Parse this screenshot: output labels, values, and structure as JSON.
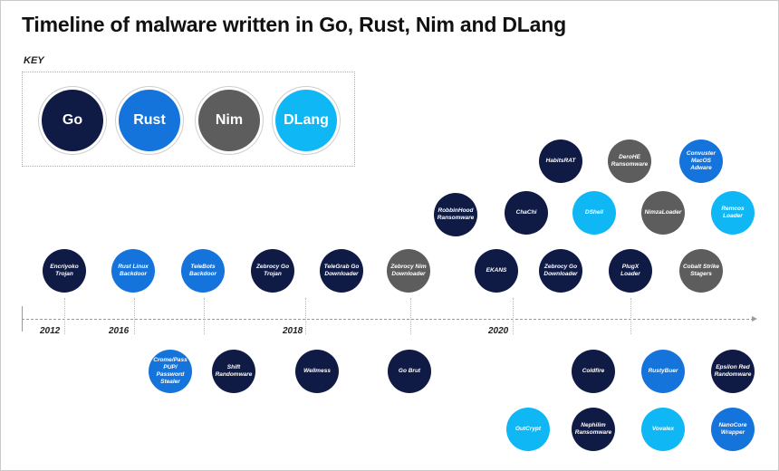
{
  "title": "Timeline of malware written in Go, Rust, Nim and DLang",
  "key": {
    "label": "KEY",
    "items": [
      {
        "name": "Go",
        "color": "#0f1a45"
      },
      {
        "name": "Rust",
        "color": "#1573dc"
      },
      {
        "name": "Nim",
        "color": "#5d5d5d"
      },
      {
        "name": "DLang",
        "color": "#10b7f5"
      }
    ]
  },
  "axis": {
    "years": [
      "2012",
      "2016",
      "2018",
      "2020"
    ]
  },
  "nodes": [
    {
      "label": "Encriyoko\nTrojan",
      "lang": "Go"
    },
    {
      "label": "Rust Linux\nBackdoor",
      "lang": "Rust"
    },
    {
      "label": "TeleBots\nBackdoor",
      "lang": "Rust"
    },
    {
      "label": "Zebrocy Go\nTrojan",
      "lang": "Go"
    },
    {
      "label": "TeleGrab Go\nDownloader",
      "lang": "Go"
    },
    {
      "label": "Zebrocy Nim\nDownloader",
      "lang": "Nim"
    },
    {
      "label": "RobbinHood\nRansomware",
      "lang": "Go"
    },
    {
      "label": "EKANS",
      "lang": "Go"
    },
    {
      "label": "ChaChi",
      "lang": "Go"
    },
    {
      "label": "Zebrocy Go\nDownloader",
      "lang": "Go"
    },
    {
      "label": "HabitsRAT",
      "lang": "Go"
    },
    {
      "label": "DShell",
      "lang": "DLang"
    },
    {
      "label": "DeroHE\nRansomware",
      "lang": "Nim"
    },
    {
      "label": "NimzaLoader",
      "lang": "Nim"
    },
    {
      "label": "PlugX\nLoader",
      "lang": "Go"
    },
    {
      "label": "Convuster\nMacOS\nAdware",
      "lang": "Rust"
    },
    {
      "label": "Remcos\nLoader",
      "lang": "DLang"
    },
    {
      "label": "Cobalt Strike\nStagers",
      "lang": "Nim"
    },
    {
      "label": "Crome/Pass\nPUP/\nPassword\nStealer",
      "lang": "Rust"
    },
    {
      "label": "Shift\nRandomware",
      "lang": "Go"
    },
    {
      "label": "Wellmess",
      "lang": "Go"
    },
    {
      "label": "Go Brut",
      "lang": "Go"
    },
    {
      "label": "Coldfire",
      "lang": "Go"
    },
    {
      "label": "RustyBuer",
      "lang": "Rust"
    },
    {
      "label": "Epsilon Red\nRandomware",
      "lang": "Go"
    },
    {
      "label": "OutCrypt",
      "lang": "DLang"
    },
    {
      "label": "Nephilim\nRansomware",
      "lang": "Go"
    },
    {
      "label": "Vovalex",
      "lang": "DLang"
    },
    {
      "label": "NanoCore\nWrapper",
      "lang": "Rust"
    }
  ]
}
